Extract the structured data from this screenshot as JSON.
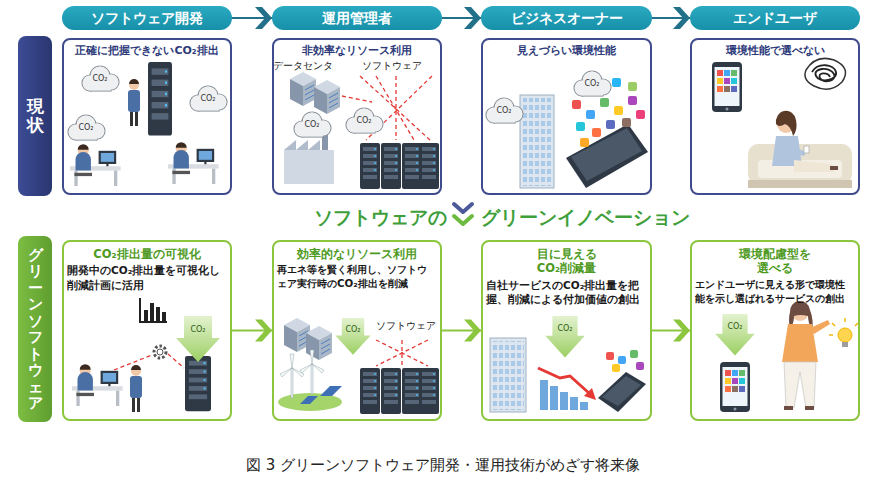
{
  "diagram": {
    "caption": "図 3 グリーンソフトウェア開発・運用技術がめざす将来像",
    "nodes": [
      {
        "text": [
          "ソフトウェア開発"
        ]
      },
      {
        "text": [
          "運用管理者"
        ]
      },
      {
        "text": [
          "ビジネスオーナー"
        ]
      },
      {
        "text": [
          "エンドユーザ"
        ]
      },
      {
        "text": [
          "現状"
        ]
      },
      {
        "text": [
          "正確に把握できないCO₂排出"
        ]
      },
      {
        "text": [
          "非効率なリソース利用"
        ]
      },
      {
        "text": [
          "見えづらい環境性能"
        ]
      },
      {
        "text": [
          "環境性能で選べない"
        ]
      },
      {
        "text": [
          "グリーンソフトウェア"
        ]
      },
      {
        "text": [
          "CO₂排出量の可視化",
          "開発中のCO₂排出量を可視化し 削減計画に活用"
        ]
      },
      {
        "text": [
          "効率的なリソース利用",
          "再エネ等を賢く利用し、ソフトウ ェア実行時のCO₂排出を削減"
        ]
      },
      {
        "text": [
          "目に見える CO₂削減量",
          "自社サービスのCO₂排出量を把 握、削減による付加価値の創出"
        ]
      },
      {
        "text": [
          "環境配慮型を 選べる",
          "エンドユーザに見える形で環境性 能を示し選ばれるサービスの創出"
        ]
      }
    ],
    "edges": [
      {
        "from": 0,
        "to": 1,
        "arrow": "to"
      },
      {
        "from": 1,
        "to": 2,
        "arrow": "to"
      },
      {
        "from": 2,
        "to": 3,
        "arrow": "to"
      },
      {
        "from": 10,
        "to": 11,
        "arrow": "to"
      },
      {
        "from": 11,
        "to": 12,
        "arrow": "to"
      },
      {
        "from": 12,
        "to": 13,
        "arrow": "to"
      }
    ],
    "labels": [
      "CO₂",
      "CO₂",
      "CO₂",
      "データセンタ",
      "ソフトウェア",
      "CO₂",
      "CO₂",
      "CO₂",
      "CO₂",
      "ソフトウェアの",
      "グリーンイノベーション",
      "CO₂",
      "ソフトウェア",
      "CO₂",
      "CO₂",
      "CO₂"
    ]
  }
}
